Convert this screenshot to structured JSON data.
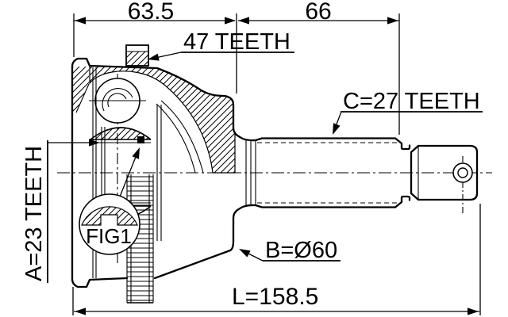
{
  "drawing": {
    "dimensions": {
      "top_left_width": "63.5",
      "top_right_width": "66",
      "overall_length": "L=158.5"
    },
    "labels": {
      "abs_ring_teeth": "47 TEETH",
      "shaft_spline_teeth": "C=27 TEETH",
      "inner_spline_teeth": "A=23 TEETH",
      "detail_ref": "FIG1",
      "body_diameter": "B=Ø60"
    },
    "colors": {
      "line": "#000000",
      "background": "#ffffff"
    }
  }
}
